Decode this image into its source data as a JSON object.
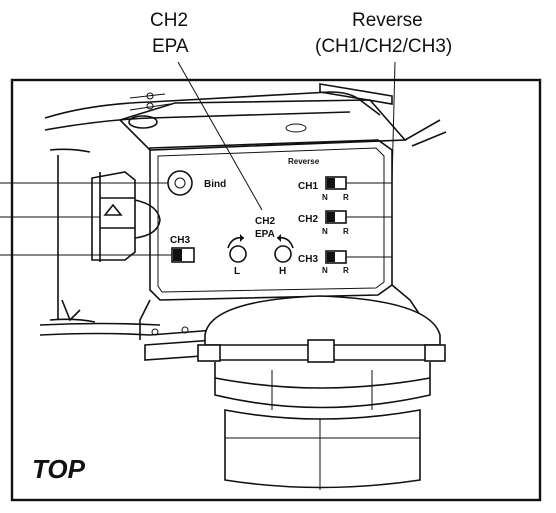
{
  "callouts": {
    "ch2_epa_line1": "CH2",
    "ch2_epa_line2": "EPA",
    "reverse_line1": "Reverse",
    "reverse_line2": "(CH1/CH2/CH3)"
  },
  "panel": {
    "bind_label": "Bind",
    "reverse_header": "Reverse",
    "ch1_label": "CH1",
    "ch2_label": "CH2",
    "ch3_label": "CH3",
    "normal_label": "N",
    "reverse_label": "R",
    "epa_label_line1": "CH2",
    "epa_label_line2": "EPA",
    "ch3_switch_label": "CH3",
    "knob_low_label": "L",
    "knob_high_label": "H"
  },
  "view_label": "TOP"
}
